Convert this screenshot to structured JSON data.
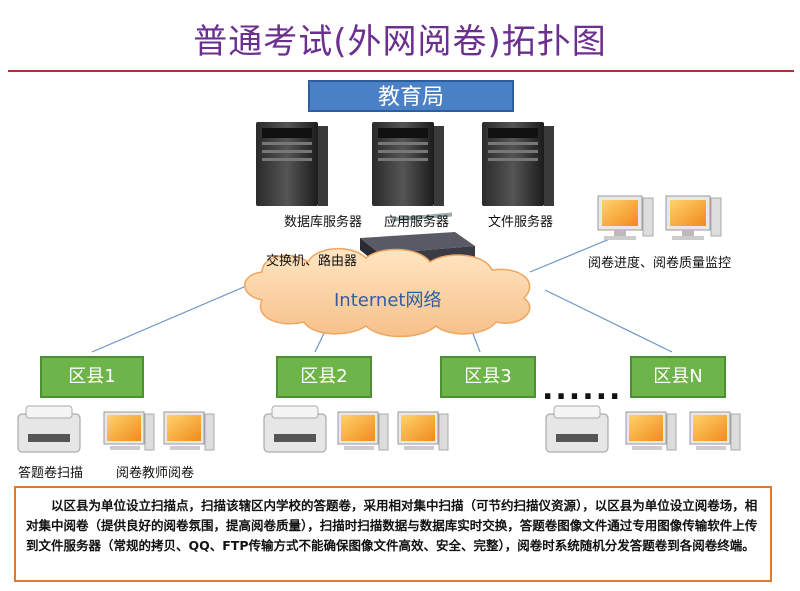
{
  "title": "普通考试(外网阅卷)拓扑图",
  "education_bureau": "教育局",
  "servers": {
    "database": "数据库服务器",
    "application": "应用服务器",
    "file": "文件服务器"
  },
  "switch_label": "交换机、路由器",
  "internet_label": "Internet网络",
  "monitor_label": "阅卷进度、阅卷质量监控",
  "districts": [
    "区县1",
    "区县2",
    "区县3",
    "区县N"
  ],
  "ellipsis": "......",
  "scan_label": "答题卷扫描",
  "teacher_label": "阅卷教师阅卷",
  "description": "以区县为单位设立扫描点，扫描该辖区内学校的答题卷，采用相对集中扫描（可节约扫描仪资源），以区县为单位设立阅卷场，相对集中阅卷（提供良好的阅卷氛围，提高阅卷质量），扫描时扫描数据与数据库实时交换，答题卷图像文件通过专用图像传输软件上传到文件服务器（常规的拷贝、QQ、FTP传输方式不能确保图像文件高效、安全、完整），阅卷时系统随机分发答题卷到各阅卷终端。"
}
